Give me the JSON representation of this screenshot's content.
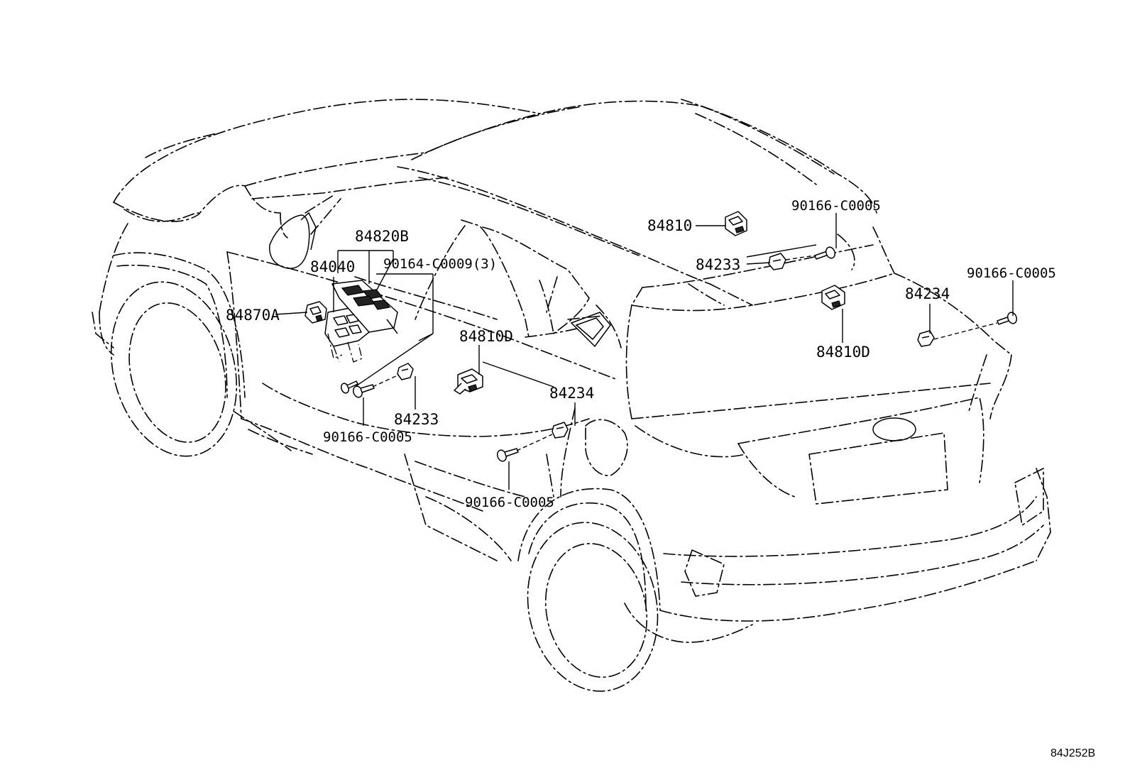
{
  "diagram": {
    "code": "84J252B",
    "labels": {
      "p84820B": "84820B",
      "p84040": "84040",
      "p90164_C0009": "90164-C0009(3)",
      "p84870A": "84870A",
      "p84810D_left": "84810D",
      "p84233_left": "84233",
      "p90166_C0005_left": "90166-C0005",
      "p84234_mid": "84234",
      "p90166_C0005_bottom": "90166-C0005",
      "p84810": "84810",
      "p90166_C0005_top": "90166-C0005",
      "p84233_right": "84233",
      "p84810D_right": "84810D",
      "p90166_C0005_right": "90166-C0005",
      "p84234_right": "84234"
    },
    "icons": [
      "switch-assembly-icon",
      "clip-icon",
      "screw-icon",
      "car-outline-icon"
    ]
  }
}
